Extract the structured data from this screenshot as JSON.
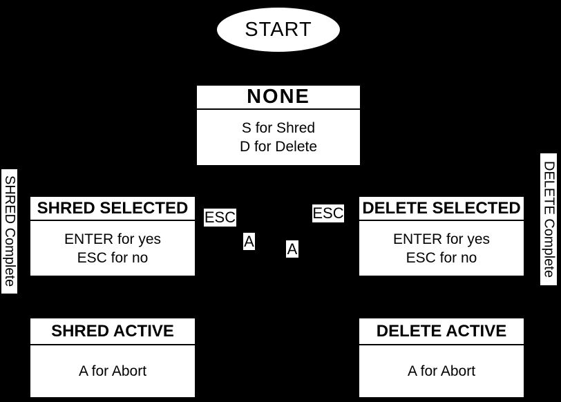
{
  "colors": {
    "background": "#000000",
    "node_fill": "#ffffff",
    "text": "#000000"
  },
  "start_node": {
    "label": "START"
  },
  "states": {
    "none": {
      "title": "NONE",
      "line1": "S for Shred",
      "line2": "D for Delete"
    },
    "shred_selected": {
      "title": "SHRED SELECTED",
      "line1": "ENTER for yes",
      "line2": "ESC for no"
    },
    "delete_selected": {
      "title": "DELETE SELECTED",
      "line1": "ENTER for yes",
      "line2": "ESC for no"
    },
    "shred_active": {
      "title": "SHRED ACTIVE",
      "line1": "A for Abort"
    },
    "delete_active": {
      "title": "DELETE ACTIVE",
      "line1": "A for Abort"
    }
  },
  "edge_labels": {
    "esc_left": "ESC",
    "esc_right": "ESC",
    "a_left": "A",
    "a_right": "A",
    "shred_complete": "SHRED Complete",
    "delete_complete": "DELETE Complete"
  }
}
